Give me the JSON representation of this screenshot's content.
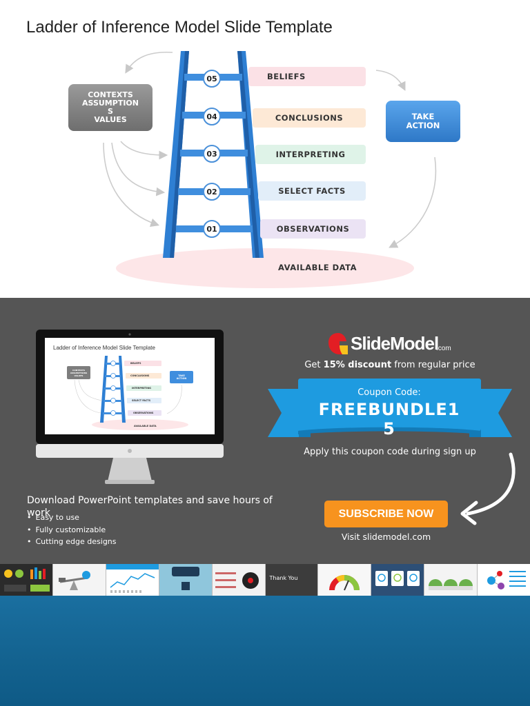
{
  "slide1": {
    "title": "Ladder of Inference Model Slide Template",
    "steps": [
      {
        "number": "05",
        "label": "BELIEFS",
        "color": "#fbe1e6"
      },
      {
        "number": "04",
        "label": "CONCLUSIONS",
        "color": "#fde9d6"
      },
      {
        "number": "03",
        "label": "INTERPRETING",
        "color": "#dff3e8"
      },
      {
        "number": "02",
        "label": "SELECT FACTS",
        "color": "#e2eef9"
      },
      {
        "number": "01",
        "label": "OBSERVATIONS",
        "color": "#ebe3f4"
      }
    ],
    "contexts_box": [
      "CONTEXTS",
      "ASSUMPTION",
      "S",
      "VALUES"
    ],
    "action_box": [
      "TAKE",
      "ACTION"
    ],
    "available_data": "AVAILABLE DATA",
    "colors": {
      "ladder": "#2e7fd3",
      "ladder_dark": "#1f5fa8",
      "gray_box": "#7d7d7d",
      "action_box": "#3f8ede"
    }
  },
  "slide2": {
    "background": "#555555",
    "monitor_preview": {
      "title": "Ladder of Inference Model Slide Template",
      "steps": [
        "BELIEFS",
        "CONCLUSIONS",
        "INTERPRETING",
        "SELECT FACTS",
        "OBSERVATIONS"
      ],
      "contexts": [
        "CONTEXTS",
        "ASSUMPTIONS",
        "VALUES"
      ],
      "action": [
        "TAKE",
        "ACTION"
      ],
      "available": "AVAILABLE DATA"
    },
    "brand": {
      "name": "SlideModel",
      "suffix": ".com"
    },
    "discount": {
      "prefix": "Get ",
      "highlight": "15% discount",
      "suffix": " from regular price"
    },
    "coupon_label": "Coupon Code:",
    "coupon_code": "FREEBUNDLE15",
    "apply_text": "Apply this coupon code during sign up",
    "subscribe_label": "SUBSCRIBE NOW",
    "visit_text": "Visit slidemodel.com",
    "download_text": "Download PowerPoint templates and save hours of work",
    "features": [
      "Easy to use",
      "Fully customizable",
      "Cutting edge designs"
    ],
    "thumbnails": [
      {
        "name": "dashboard",
        "bg": "#2b2b2b",
        "label": ""
      },
      {
        "name": "balance",
        "bg": "#f4f4f4",
        "label": ""
      },
      {
        "name": "line-chart",
        "bg": "#ffffff",
        "label": ""
      },
      {
        "name": "org-chart",
        "bg": "#8fc6dc",
        "label": ""
      },
      {
        "name": "timeline",
        "bg": "#f2f2f2",
        "label": ""
      },
      {
        "name": "thank-you",
        "bg": "#3c3c3c",
        "label": "Thank You"
      },
      {
        "name": "gauge",
        "bg": "#f7f7f7",
        "label": ""
      },
      {
        "name": "percent-cards",
        "bg": "#2d4f76",
        "label": ""
      },
      {
        "name": "dome-cards",
        "bg": "#f4f4f4",
        "label": ""
      },
      {
        "name": "molecule",
        "bg": "#ffffff",
        "label": ""
      }
    ],
    "colors": {
      "ribbon": "#1e9be0",
      "ribbon_dark": "#137bb8",
      "subscribe": "#f7931e"
    }
  },
  "bottom_panel": {
    "color": "#12618e"
  }
}
